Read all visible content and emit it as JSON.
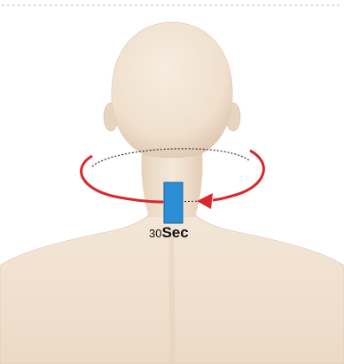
{
  "illustration": {
    "subject": "back-of-head-neck-figure",
    "rotation_direction": "counterclockwise",
    "colors": {
      "skin": "#f1e3d3",
      "skin_shadow": "#d9c3aa",
      "arrow": "#d9282b",
      "marker": "#2b8fd6",
      "marker_border": "#1c5f99",
      "dashed_border": "#bdbdbd"
    }
  },
  "timer": {
    "number": "30",
    "unit": "Sec"
  }
}
